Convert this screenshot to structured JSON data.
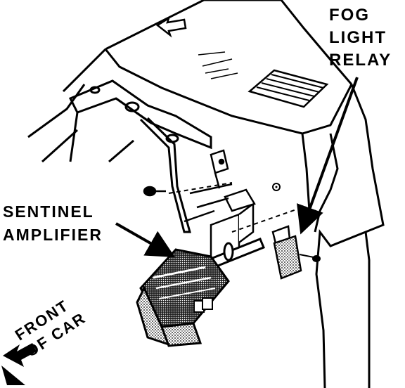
{
  "labels": {
    "fog_light_relay": [
      "FOG",
      "LIGHT",
      "RELAY"
    ],
    "sentinel_amplifier": [
      "SENTINEL",
      "AMPLIFIER"
    ],
    "front_of_car": [
      "FRONT",
      "OF CAR"
    ]
  },
  "colors": {
    "ink": "#000000",
    "paper": "#ffffff",
    "stipple": "#444444"
  }
}
